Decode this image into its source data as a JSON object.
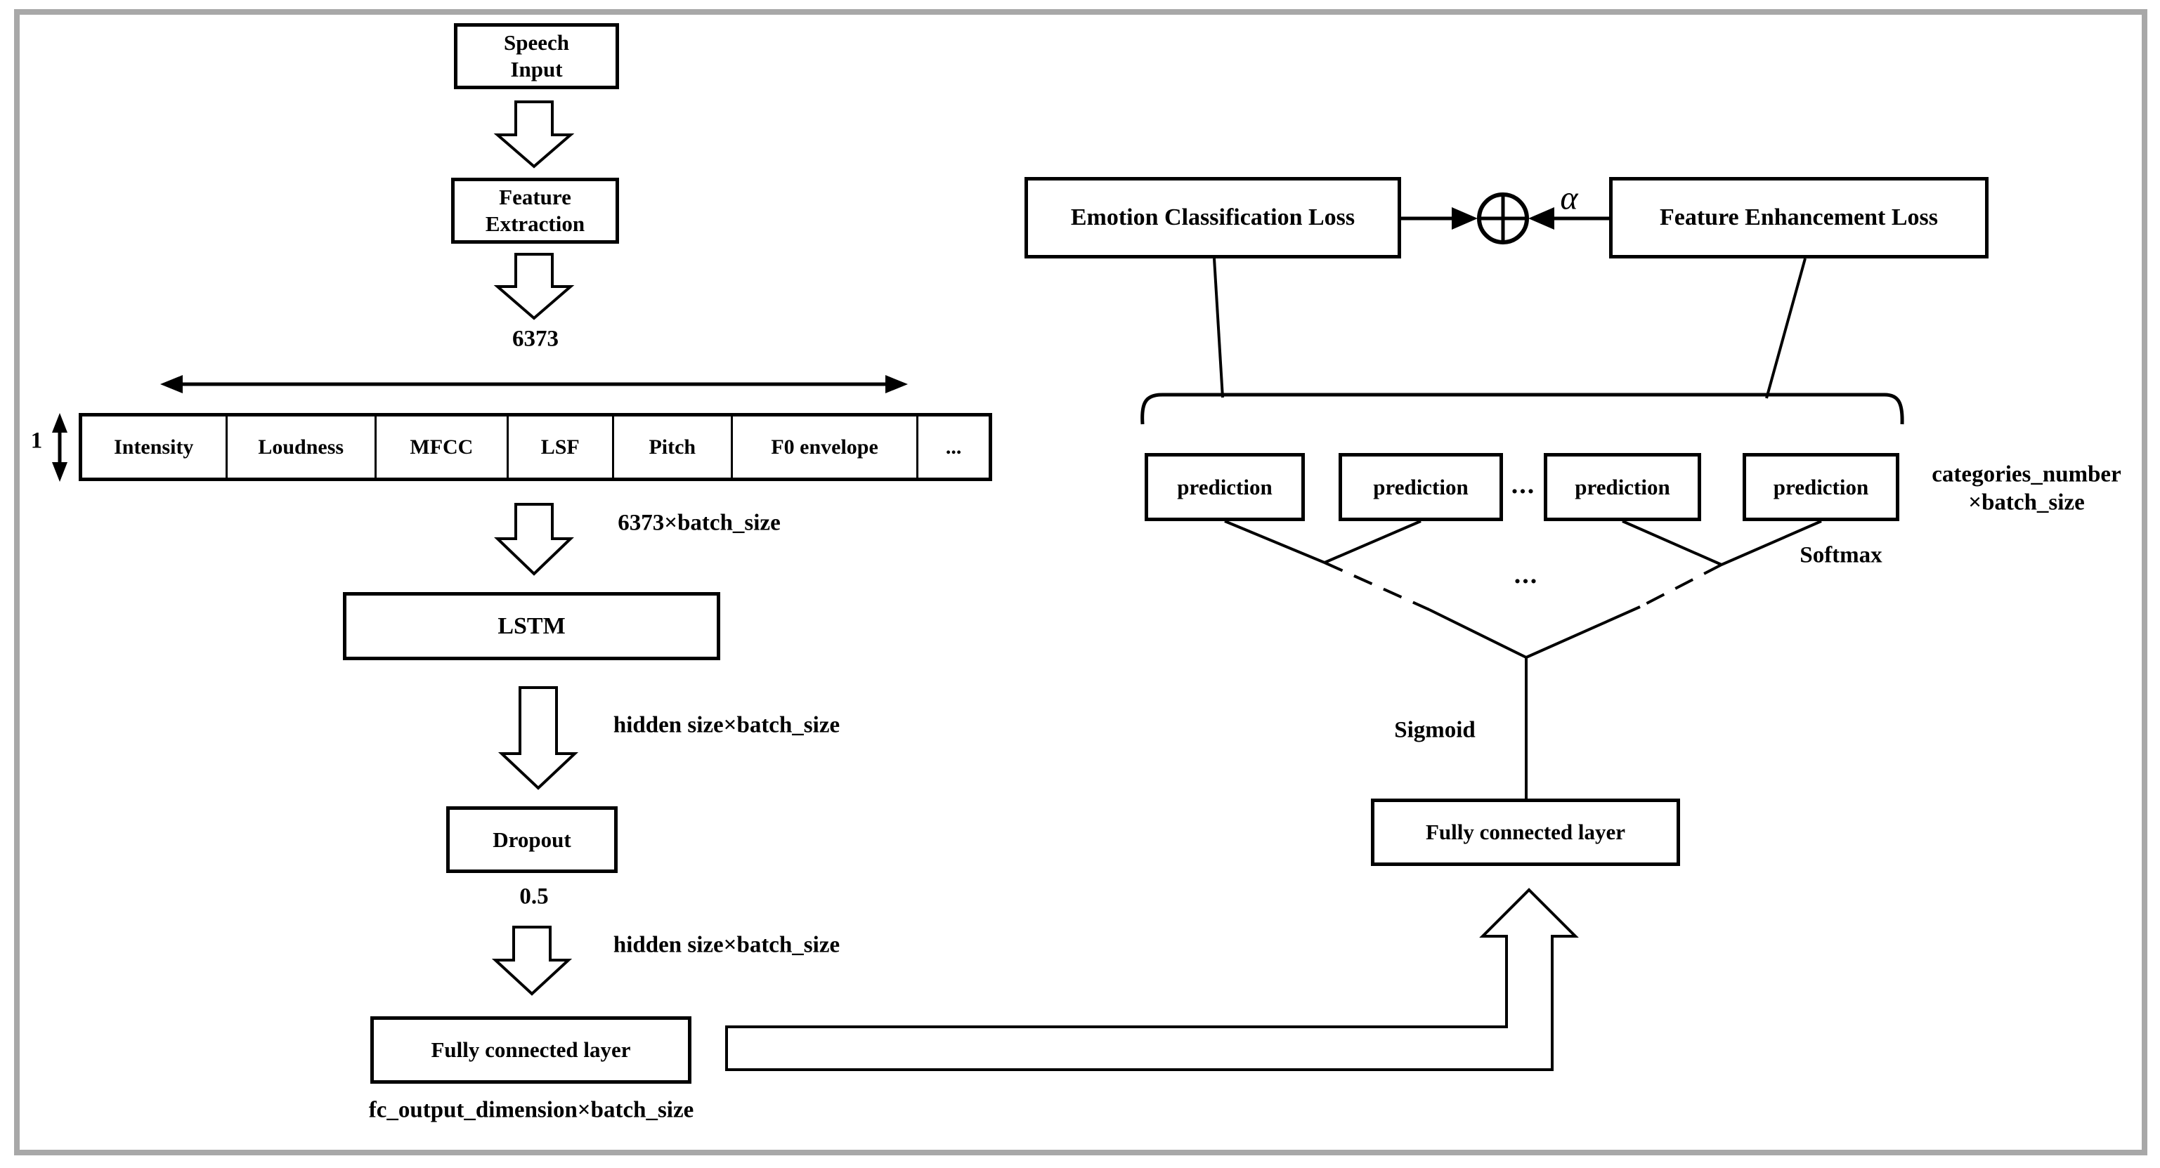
{
  "colors": {
    "ink": "#000000",
    "frame": "#a8a8a8",
    "background": "#ffffff"
  },
  "boxes": {
    "speech_input": [
      "Speech",
      "Input"
    ],
    "feature_extraction": [
      "Feature",
      "Extraction"
    ],
    "lstm": "LSTM",
    "dropout": "Dropout",
    "fully_connected_left": "Fully connected layer",
    "fully_connected_right": "Fully connected layer",
    "emotion_classification_loss": "Emotion Classification Loss",
    "feature_enhancement_loss": "Feature Enhancement Loss"
  },
  "feature_vector": {
    "width_label": "6373",
    "height_label": "1",
    "cells": [
      "Intensity",
      "Loudness",
      "MFCC",
      "LSF",
      "Pitch",
      "F0 envelope",
      "..."
    ]
  },
  "predictions": {
    "boxes": [
      "prediction",
      "prediction",
      "prediction",
      "prediction"
    ],
    "ellipsis": "...",
    "side_label": [
      "categories_number",
      "×batch_size"
    ]
  },
  "annotations": {
    "batch_6373": "6373×batch_size",
    "hidden_after_lstm": "hidden size×batch_size",
    "dropout_rate": "0.5",
    "hidden_after_dropout": "hidden size×batch_size",
    "fc_output": "fc_output_dimension×batch_size",
    "alpha": "α",
    "softmax": "Softmax",
    "sigmoid": "Sigmoid",
    "tree_ellipsis": "..."
  }
}
